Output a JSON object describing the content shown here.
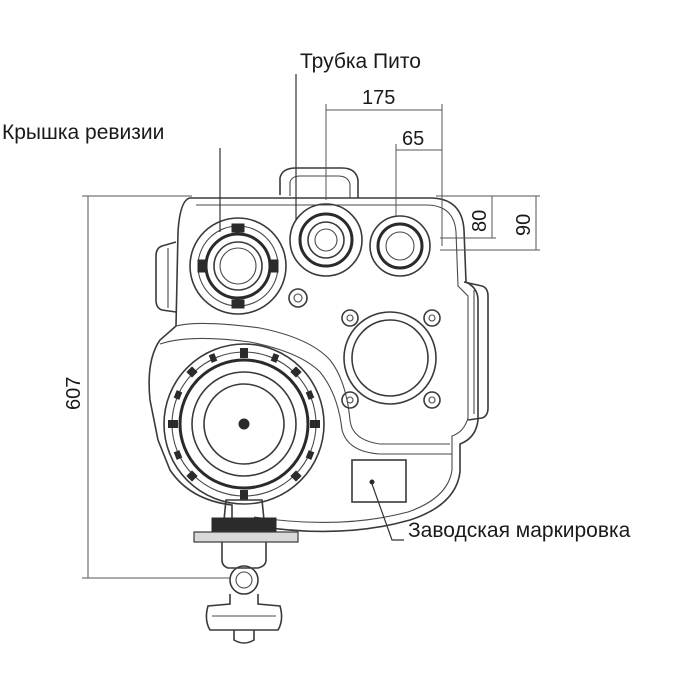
{
  "labels": {
    "pitot_tube": "Трубка Пито",
    "inspection_cover": "Крышка ревизии",
    "factory_marking": "Заводская маркировка"
  },
  "dimensions": {
    "width_175": "175",
    "width_65": "65",
    "height_80": "80",
    "height_90": "90",
    "height_607": "607"
  },
  "colors": {
    "line": "#3a3a3a",
    "text": "#1a1a1a",
    "background": "#ffffff"
  }
}
